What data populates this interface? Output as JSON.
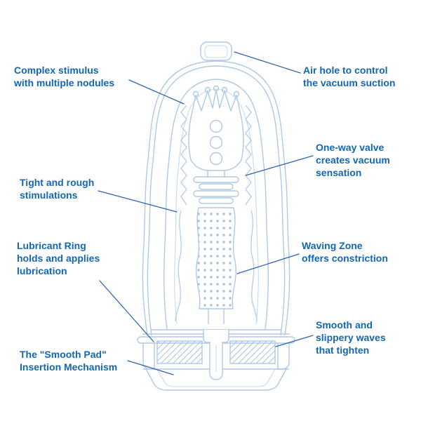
{
  "diagram": {
    "title": "Product cross-section diagram",
    "colors": {
      "label_text": "#1266b3",
      "leader_line": "#2f64ad",
      "line_art": "#afc9e5",
      "line_art_light": "#c6d9ee",
      "hatch": "#9db9da",
      "background": "#ffffff"
    },
    "labels": {
      "complex_stimulus": "Complex stimulus\nwith multiple nodules",
      "air_hole": "Air hole to control\nthe vacuum suction",
      "one_way_valve": "One-way valve\ncreates vacuum\nsensation",
      "tight_rough": "Tight and rough\nstimulations",
      "lubricant_ring": "Lubricant Ring\nholds and applies\nlubrication",
      "waving_zone": "Waving Zone\noffers constriction",
      "smooth_pad": "The \"Smooth Pad\"\nInsertion Mechanism",
      "smooth_waves": "Smooth and\nslippery waves\nthat tighten"
    }
  }
}
